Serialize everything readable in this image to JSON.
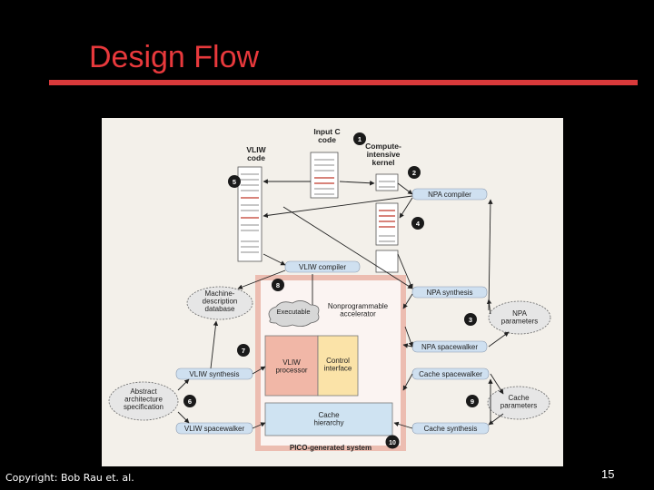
{
  "slide": {
    "title": "Design Flow",
    "footer": "Copyright: Bob Rau et. al.",
    "page_number": "15"
  },
  "colors": {
    "title": "#e8393c",
    "rule": "#d93a3b",
    "diagram_bg": "#f3f0ea",
    "pill": "#cfe0f0",
    "badge": "#1a1a1a",
    "vliw_processor": "#f1b7a7",
    "control_interface": "#fbe3a8",
    "cache_hierarchy": "#cfe3f2",
    "pico_system_border": "#ecbdb1"
  },
  "diagram": {
    "input_c_code": "Input C\ncode",
    "vliw_code": "VLIW\ncode",
    "compute_kernel": "Compute-\nintensive\nkernel",
    "npa_compiler": "NPA compiler",
    "vliw_compiler": "VLIW compiler",
    "npa_synthesis": "NPA synthesis",
    "machine_db": "Machine-\ndescription\ndatabase",
    "executable": "Executable",
    "nonprog_accel": "Nonprogrammable\naccelerator",
    "npa_parameters": "NPA\nparameters",
    "npa_spacewalker": "NPA spacewalker",
    "vliw_processor": "VLIW\nprocessor",
    "control_interface": "Control\ninterface",
    "vliw_synthesis": "VLIW synthesis",
    "cache_spacewalker": "Cache spacewalker",
    "abstract_arch": "Abstract\narchitecture\nspecification",
    "cache_parameters": "Cache\nparameters",
    "cache_hierarchy": "Cache\nhierarchy",
    "vliw_spacewalker": "VLIW spacewalker",
    "cache_synthesis": "Cache synthesis",
    "pico_system": "PICO-generated system",
    "badges": [
      "1",
      "2",
      "3",
      "4",
      "5",
      "6",
      "7",
      "8",
      "9",
      "10"
    ]
  }
}
